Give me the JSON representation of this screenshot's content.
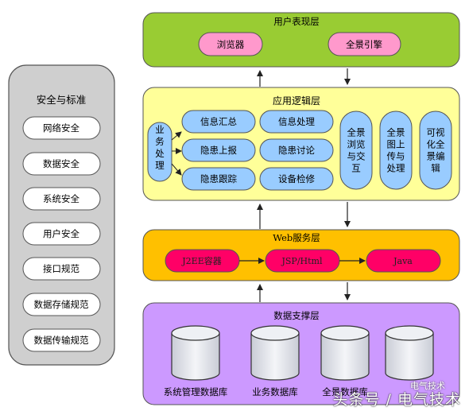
{
  "security": {
    "title": "安全与标准",
    "items": [
      "网络安全",
      "数据安全",
      "系统安全",
      "用户安全",
      "接口规范",
      "数据存储规范",
      "数据传输规范"
    ]
  },
  "user_layer": {
    "title": "用户表现层",
    "items": [
      "浏览器",
      "全景引擎"
    ]
  },
  "app_layer": {
    "title": "应用逻辑层",
    "side": "业务处理",
    "grid": [
      "信息汇总",
      "信息处理",
      "隐患上报",
      "隐患讨论",
      "隐患跟踪",
      "设备检修"
    ],
    "tall": [
      "全景浏览与交互",
      "全景图上传与处理",
      "可视化全景编辑"
    ]
  },
  "web_layer": {
    "title": "Web服务层",
    "items": [
      "J2EE容器",
      "JSP/Html",
      "Java"
    ]
  },
  "data_layer": {
    "title": "数据支撑层",
    "items": [
      "系统管理数据库",
      "业务数据库",
      "全景数据库",
      ""
    ]
  },
  "watermark": {
    "main": "头条号 / 电气技术",
    "sub": "电气技术"
  },
  "colors": {
    "security_bg": "#cfcfcf",
    "user_bg": "#99cc33",
    "app_bg": "#ffff99",
    "web_bg": "#ffc000",
    "data_bg": "#cc99ff",
    "pink_pill": "#ff99cc",
    "blue_pill": "#99ccff",
    "magenta_pill": "#ff0066",
    "db_fill": "#e8eaef"
  }
}
